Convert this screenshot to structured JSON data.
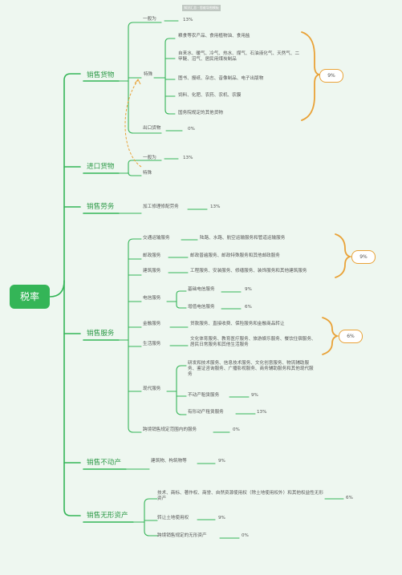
{
  "watermark": "知识汇总 · 思维导图模板",
  "root": "税率",
  "colors": {
    "green": "#34b557",
    "orange": "#e9a237",
    "text": "#555555"
  },
  "categories": {
    "goods": {
      "label": "销售货物",
      "general": {
        "label": "一般为",
        "rate": "13%"
      },
      "special": {
        "label": "特殊",
        "items": [
          "粮食等农产品、食用植物油、食用盐",
          "自来水、暖气、冷气、热水、煤气、石油液化气、天然气、二甲醚、沼气、居民用煤炭制品",
          "图书、报纸、杂志、音像制品、电子出版物",
          "饲料、化肥、农药、农机、农膜",
          "国务院规定的其他货物"
        ],
        "rate": "9%"
      },
      "export": {
        "label": "出口货物",
        "rate": "0%"
      }
    },
    "imports": {
      "label": "进口货物",
      "general": {
        "label": "一般为",
        "rate": "13%"
      },
      "special": {
        "label": "特殊"
      }
    },
    "labor": {
      "label": "销售劳务",
      "item": {
        "label": "加工修理修配劳务",
        "rate": "13%"
      }
    },
    "services": {
      "label": "销售服务",
      "transport": {
        "label": "交通运输服务",
        "detail": "陆路、水路、航空运输服务和管道运输服务"
      },
      "postal": {
        "label": "邮政服务",
        "detail": "邮政普遍服务、邮政特殊服务和其他邮政服务"
      },
      "construction": {
        "label": "建筑服务",
        "detail": "工程服务、安装服务、修缮服务、装饰服务和其他建筑服务"
      },
      "rate9": "9%",
      "telecom": {
        "label": "电信服务",
        "basic": {
          "label": "基础电信服务",
          "rate": "9%"
        },
        "value_added": {
          "label": "增值电信服务",
          "rate": "6%"
        }
      },
      "finance": {
        "label": "金融服务",
        "detail": "贷款服务、直接收费、保险服务和金融商品转让"
      },
      "life": {
        "label": "生活服务",
        "detail": "文化体育服务、教育医疗服务、旅游娱乐服务、餐饮住宿服务、居民日常服务和其他生活服务"
      },
      "rate6": "6%",
      "modern": {
        "label": "现代服务",
        "detail": "研发和技术服务、信息技术服务、文化创意服务、物流辅助服务、鉴证咨询服务、广播影视服务、商务辅助服务和其他现代服务",
        "movable": {
          "label": "不动产租赁服务",
          "rate": "9%"
        },
        "tangible": {
          "label": "有形动产租赁服务",
          "rate": "13%"
        }
      },
      "cross": {
        "label": "跨境销售规定范围内的服务",
        "rate": "0%"
      }
    },
    "realestate": {
      "label": "销售不动产",
      "item": {
        "label": "建筑物、构筑物等",
        "rate": "9%"
      }
    },
    "intangible": {
      "label": "销售无形资产",
      "tech": {
        "label": "技术、商标、著作权、商誉、自然资源使用权（除土地使用权外）和其他权益性无形资产",
        "rate": "6%"
      },
      "land": {
        "label": "转让土地使用权",
        "rate": "9%"
      },
      "cross": {
        "label": "跨境销售规定的无形资产",
        "rate": "0%"
      }
    }
  }
}
